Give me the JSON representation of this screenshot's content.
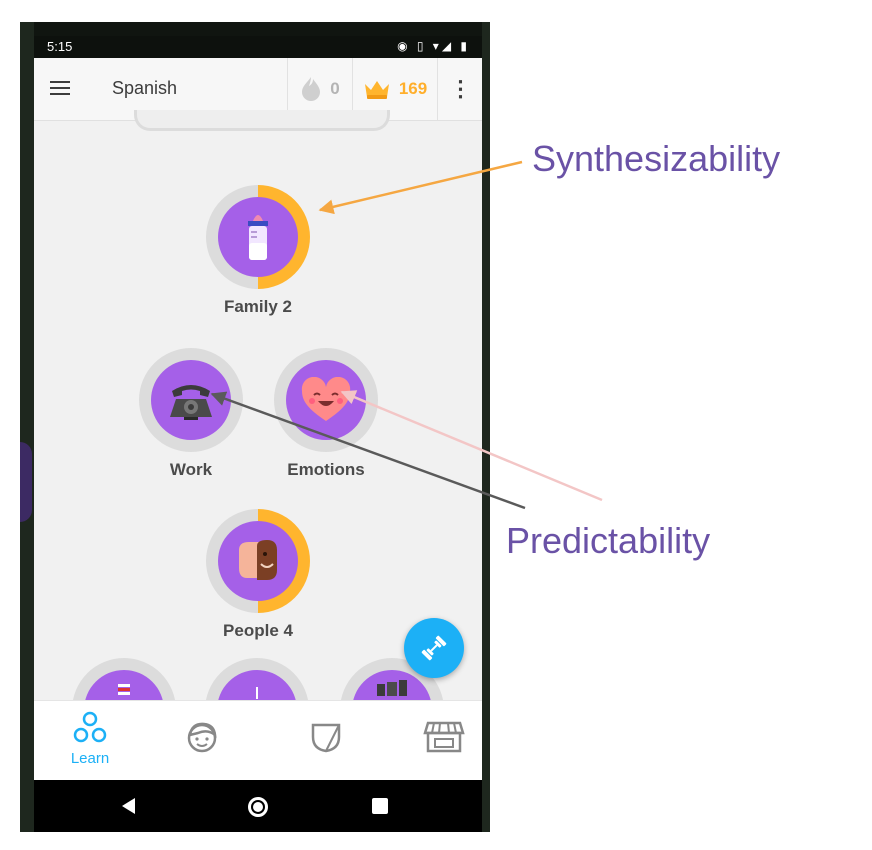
{
  "status_bar": {
    "time": "5:15",
    "icons": "◉ ▯ ▾◢ ▮"
  },
  "app_bar": {
    "course": "Spanish",
    "streak_count": "0",
    "crown_count": "169",
    "more_glyph": "⋮"
  },
  "skills": [
    {
      "label": "Family 2",
      "icon": "baby-bottle-icon",
      "progress": 0.5
    },
    {
      "label": "Work",
      "icon": "telephone-icon",
      "progress": 0
    },
    {
      "label": "Emotions",
      "icon": "smiling-heart-icon",
      "progress": 0
    },
    {
      "label": "People 4",
      "icon": "faces-icon",
      "progress": 0.5
    }
  ],
  "fab": {
    "icon": "dumbbell-icon",
    "glyph": "ʬ"
  },
  "tabs": [
    {
      "label": "Learn",
      "icon": "learn-circles-icon",
      "active": true
    },
    {
      "label": "",
      "icon": "profile-face-icon"
    },
    {
      "label": "",
      "icon": "shield-icon"
    },
    {
      "label": "",
      "icon": "shop-icon"
    }
  ],
  "annotations": {
    "synthesizability": "Synthesizability",
    "predictability": "Predictability"
  },
  "colors": {
    "accent_blue": "#1cb0f6",
    "skill_purple": "#a560e8",
    "crown_gold": "#ffaf2c",
    "annotation_text": "#6a52a6",
    "arrow_orange": "#f5a742",
    "arrow_gray": "#5a5a5a",
    "arrow_pink": "#f3c6c6"
  }
}
